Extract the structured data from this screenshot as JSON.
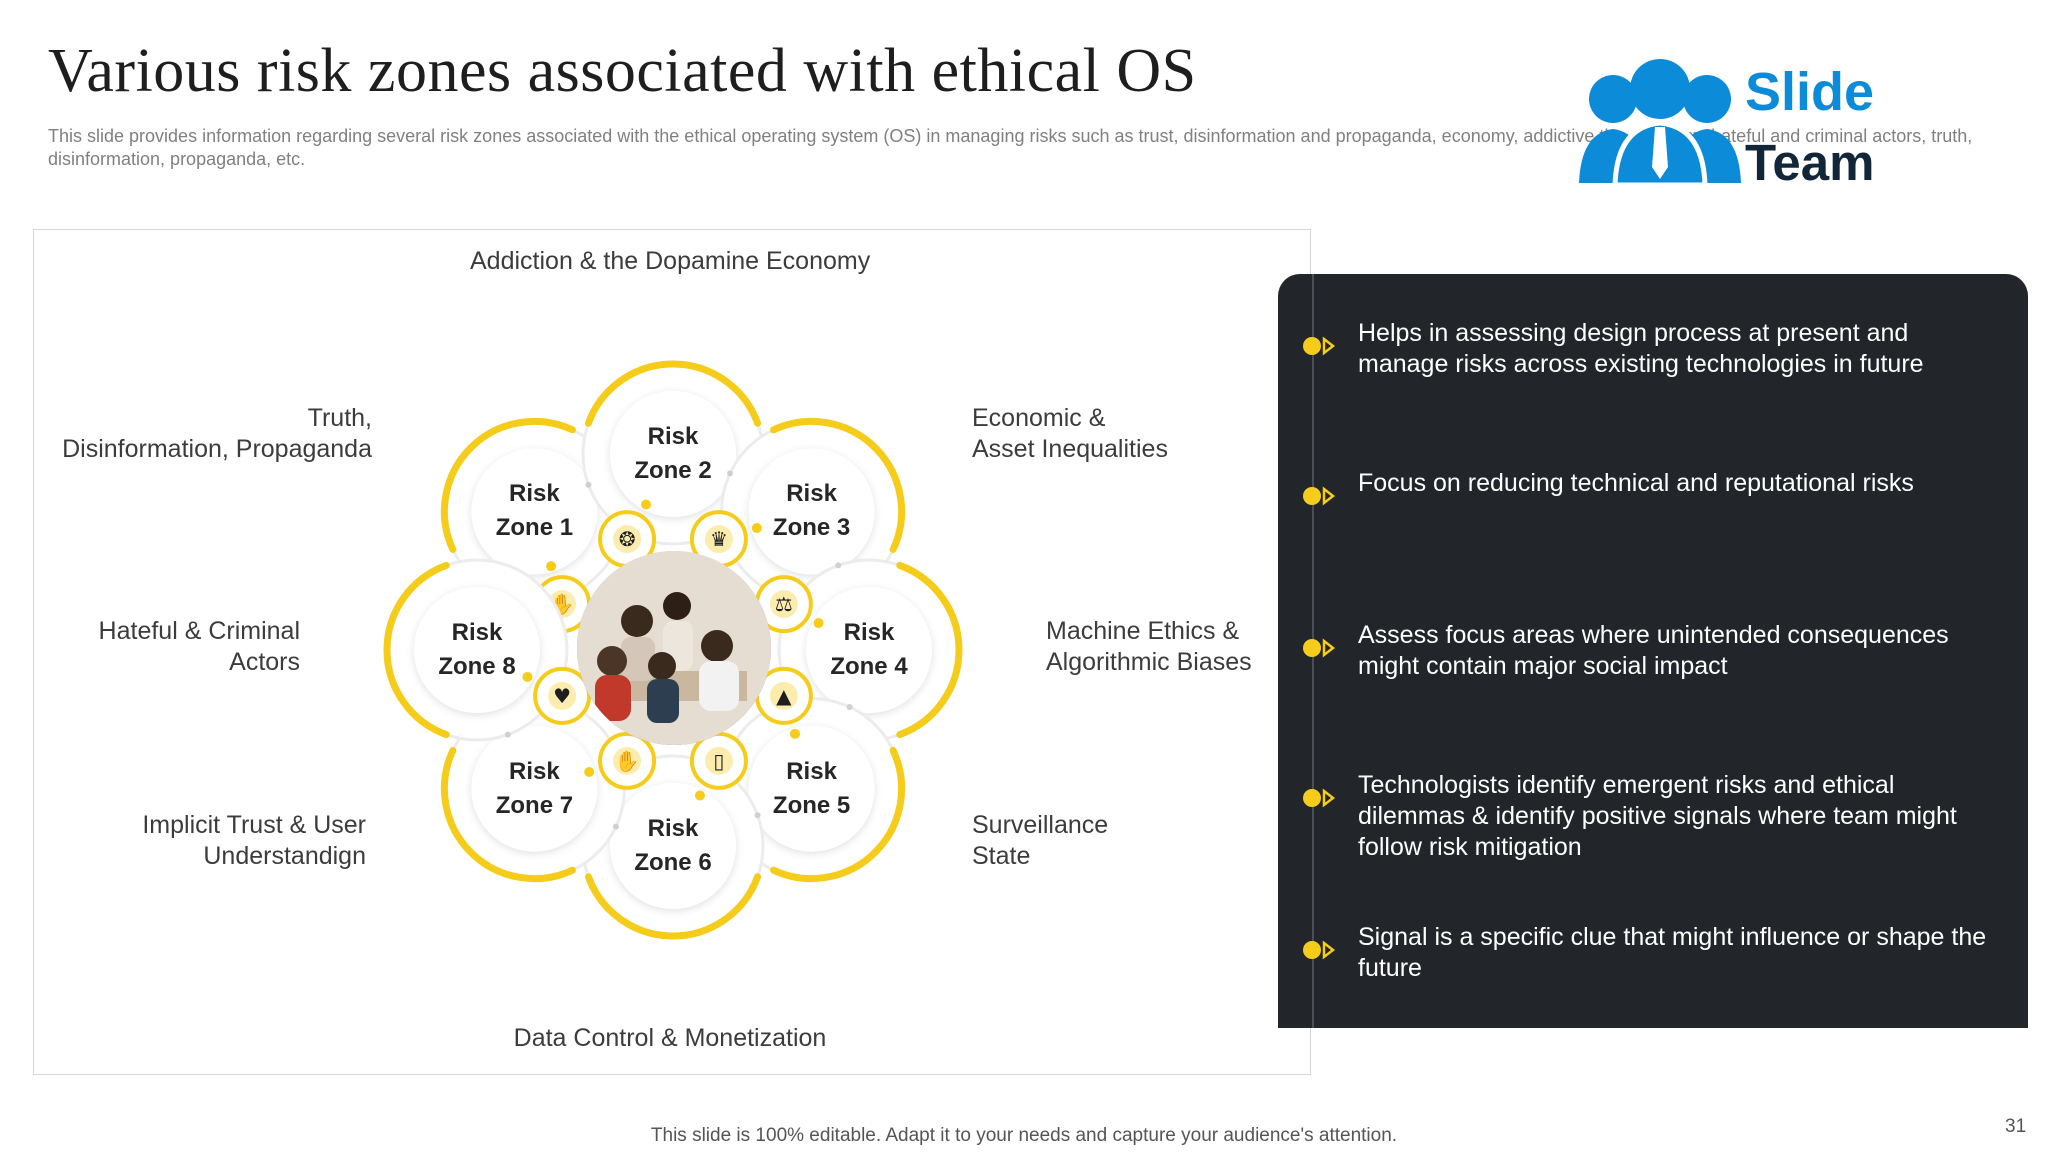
{
  "slide": {
    "title": "Various risk zones associated with ethical OS",
    "subtitle": "This slide provides information regarding several risk zones associated with the ethical operating system (OS) in managing risks such as trust, disinformation and propaganda, economy, addictive the economy, hateful and criminal actors, truth, disinformation, propaganda, etc.",
    "footer": "This slide is 100% editable. Adapt it to your needs and capture your audience's attention.",
    "page_number": "31"
  },
  "logo": {
    "line1": "Slide",
    "line2": "Team"
  },
  "zones": [
    {
      "label": "Risk Zone 1",
      "description": [
        "Truth,",
        "Disinformation, Propaganda"
      ],
      "icon": "fire-hand-icon"
    },
    {
      "label": "Risk Zone 2",
      "description": [
        "Addiction & the Dopamine Economy"
      ],
      "icon": "brain-icon"
    },
    {
      "label": "Risk Zone 3",
      "description": [
        "Economic &",
        "Asset Inequalities"
      ],
      "icon": "crown-icon"
    },
    {
      "label": "Risk Zone 4",
      "description": [
        "Machine Ethics &",
        "Algorithmic Biases"
      ],
      "icon": "scales-icon"
    },
    {
      "label": "Risk Zone 5",
      "description": [
        "Surveillance",
        "State"
      ],
      "icon": "eye-triangle-icon"
    },
    {
      "label": "Risk Zone 6",
      "description": [
        "Data Control & Monetization"
      ],
      "icon": "phone-icon"
    },
    {
      "label": "Risk Zone 7",
      "description": [
        "Implicit Trust & User",
        "Understandign"
      ],
      "icon": "handshake-icon"
    },
    {
      "label": "Risk Zone 8",
      "description": [
        "Hateful & Criminal",
        "Actors"
      ],
      "icon": "heart-hands-icon"
    }
  ],
  "points": [
    "Helps in assessing design process at present and manage risks across existing technologies in future",
    "Focus on reducing technical and reputational risks",
    "Assess focus areas where unintended consequences might contain major social impact",
    "Technologists identify emergent risks and ethical dilemmas & identify positive signals where team might follow risk mitigation",
    "Signal is a specific clue that might influence or shape the future"
  ],
  "colors": {
    "accent": "#f5cc1a",
    "panel": "#22262b",
    "logo_blue": "#0c8bd8"
  }
}
